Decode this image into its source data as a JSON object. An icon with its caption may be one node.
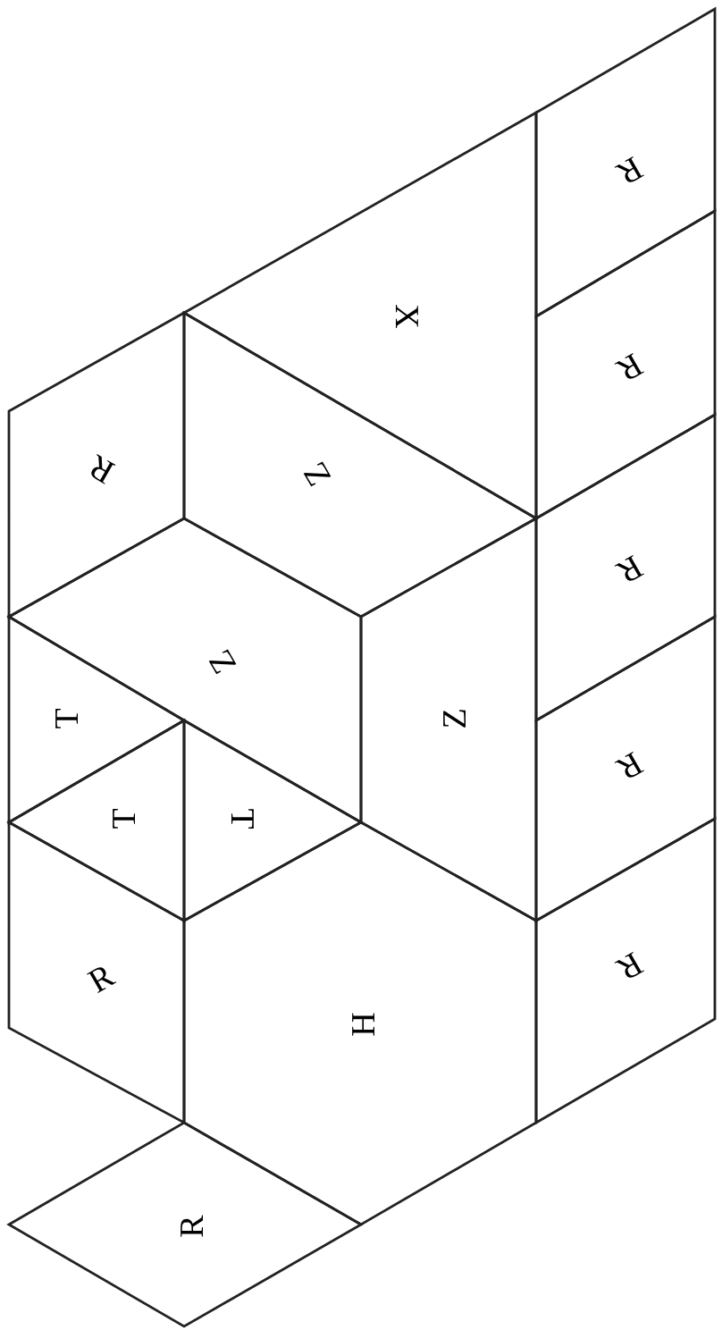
{
  "diagram": {
    "nodes": [
      {
        "text": [
          "R"
        ]
      },
      {
        "text": [
          "X"
        ]
      },
      {
        "text": [
          "R"
        ]
      },
      {
        "text": [
          "R"
        ]
      },
      {
        "text": [
          "Z"
        ]
      },
      {
        "text": [
          "R"
        ]
      },
      {
        "text": [
          "Z"
        ]
      },
      {
        "text": [
          "Z"
        ]
      },
      {
        "text": [
          "T"
        ]
      },
      {
        "text": [
          "T"
        ]
      },
      {
        "text": [
          "T"
        ]
      },
      {
        "text": [
          "R"
        ]
      },
      {
        "text": [
          "R"
        ]
      },
      {
        "text": [
          "H"
        ]
      },
      {
        "text": [
          "R"
        ]
      },
      {
        "text": [
          "R"
        ]
      }
    ]
  }
}
